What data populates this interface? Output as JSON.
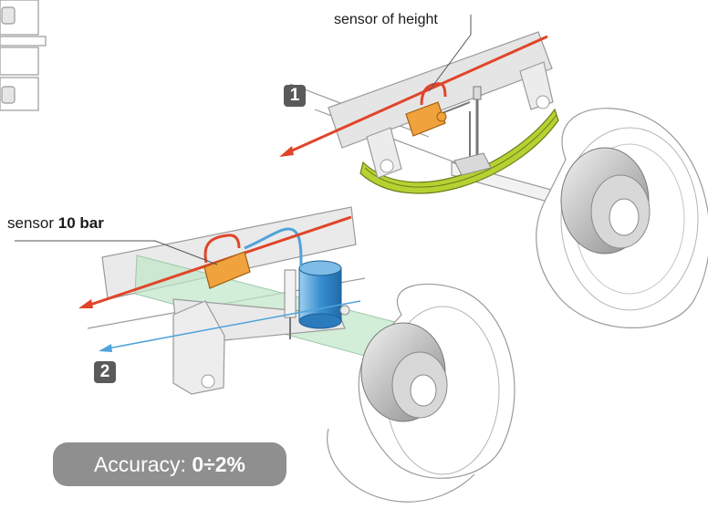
{
  "labels": {
    "sensor_height": "sensor of height",
    "sensor_pressure_prefix": "sensor",
    "sensor_pressure_value": "10 bar"
  },
  "badges": {
    "one": "1",
    "two": "2"
  },
  "accuracy": {
    "prefix": "Accuracy:",
    "value": "0÷2%"
  },
  "colors": {
    "pressure_line": "#e0452a",
    "air_line": "#4fa3d9",
    "sensor_body": "#f0a23c",
    "leaf_spring": "#b5d233",
    "air_bellows": "#3a8fd0",
    "axle_tint": "#bfe6c8",
    "badge": "#5a5a5a",
    "accuracy_box": "#8f8f8f"
  }
}
